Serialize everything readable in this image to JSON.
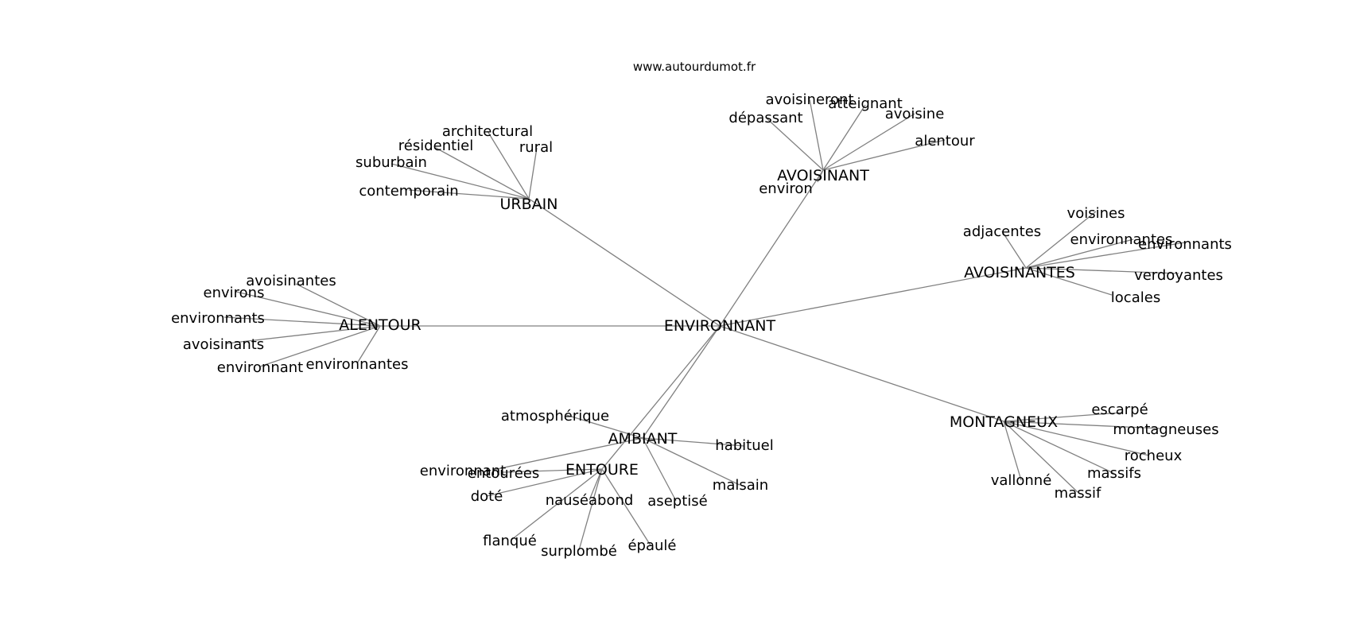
{
  "watermark": "www.autourdumot.fr",
  "colors": {
    "edge": "#808080",
    "text": "#000000",
    "background": "#ffffff"
  },
  "center": "ENVIRONNANT",
  "clusters": [
    {
      "id": "urbain",
      "hub": "URBAIN",
      "leaves": [
        "architectural",
        "résidentiel",
        "rural",
        "suburbain",
        "contemporain"
      ]
    },
    {
      "id": "avoisinant",
      "hub": "AVOISINANT",
      "leaves": [
        "avoisineront",
        "atteignant",
        "dépassant",
        "avoisine",
        "alentour",
        "environ"
      ]
    },
    {
      "id": "avoisinantes",
      "hub": "AVOISINANTES",
      "leaves": [
        "voisines",
        "adjacentes",
        "environnantes",
        "environnants",
        "verdoyantes",
        "locales"
      ]
    },
    {
      "id": "alentour",
      "hub": "ALENTOUR",
      "leaves": [
        "avoisinantes",
        "environs",
        "environnants",
        "avoisinants",
        "environnant",
        "environnantes"
      ]
    },
    {
      "id": "ambiant",
      "hub": "AMBIANT",
      "leaves": [
        "atmosphérique",
        "habituel",
        "environnant",
        "malsain",
        "aseptisé"
      ]
    },
    {
      "id": "entoure",
      "hub": "ENTOURE",
      "leaves": [
        "entourées",
        "doté",
        "nauséabond",
        "flanqué",
        "surplombé",
        "épaulé"
      ]
    },
    {
      "id": "montagneux",
      "hub": "MONTAGNEUX",
      "leaves": [
        "escarpé",
        "montagneuses",
        "rocheux",
        "massifs",
        "vallonné",
        "massif"
      ]
    }
  ]
}
